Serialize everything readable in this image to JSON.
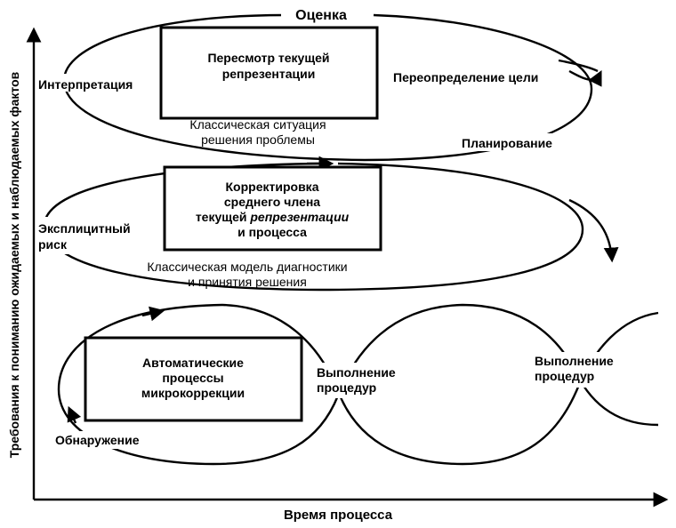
{
  "axes": {
    "x_label": "Время процесса",
    "y_label": "Требования к пониманию ожидаемых и наблюдаемых фактов"
  },
  "level_top": {
    "title": "Оценка",
    "box_line1": "Пересмотр текущей",
    "box_line2": "репрезентации",
    "left_label": "Интерпретация",
    "right_label": "Переопределение цели",
    "caption_line1": "Классическая ситуация",
    "caption_line2": "решения проблемы",
    "bottom_right_label": "Планирование"
  },
  "level_middle": {
    "box_line1": "Корректировка",
    "box_line2": "среднего члена",
    "box_line3_a": "текущей ",
    "box_line3_b": "репрезентации",
    "box_line4": "и процесса",
    "left_label_line1": "Эксплицитный",
    "left_label_line2": "риск",
    "caption_line1": "Классическая модель диагностики",
    "caption_line2": "и принятия решения"
  },
  "level_bottom": {
    "box_line1": "Автоматические",
    "box_line2": "процессы",
    "box_line3": "микрокоррекции",
    "detect_label": "Обнаружение",
    "exec1_line1": "Выполнение",
    "exec1_line2": "процедур",
    "exec2_line1": "Выполнение",
    "exec2_line2": "процедур"
  },
  "colors": {
    "ink": "#000000",
    "background": "#ffffff"
  }
}
